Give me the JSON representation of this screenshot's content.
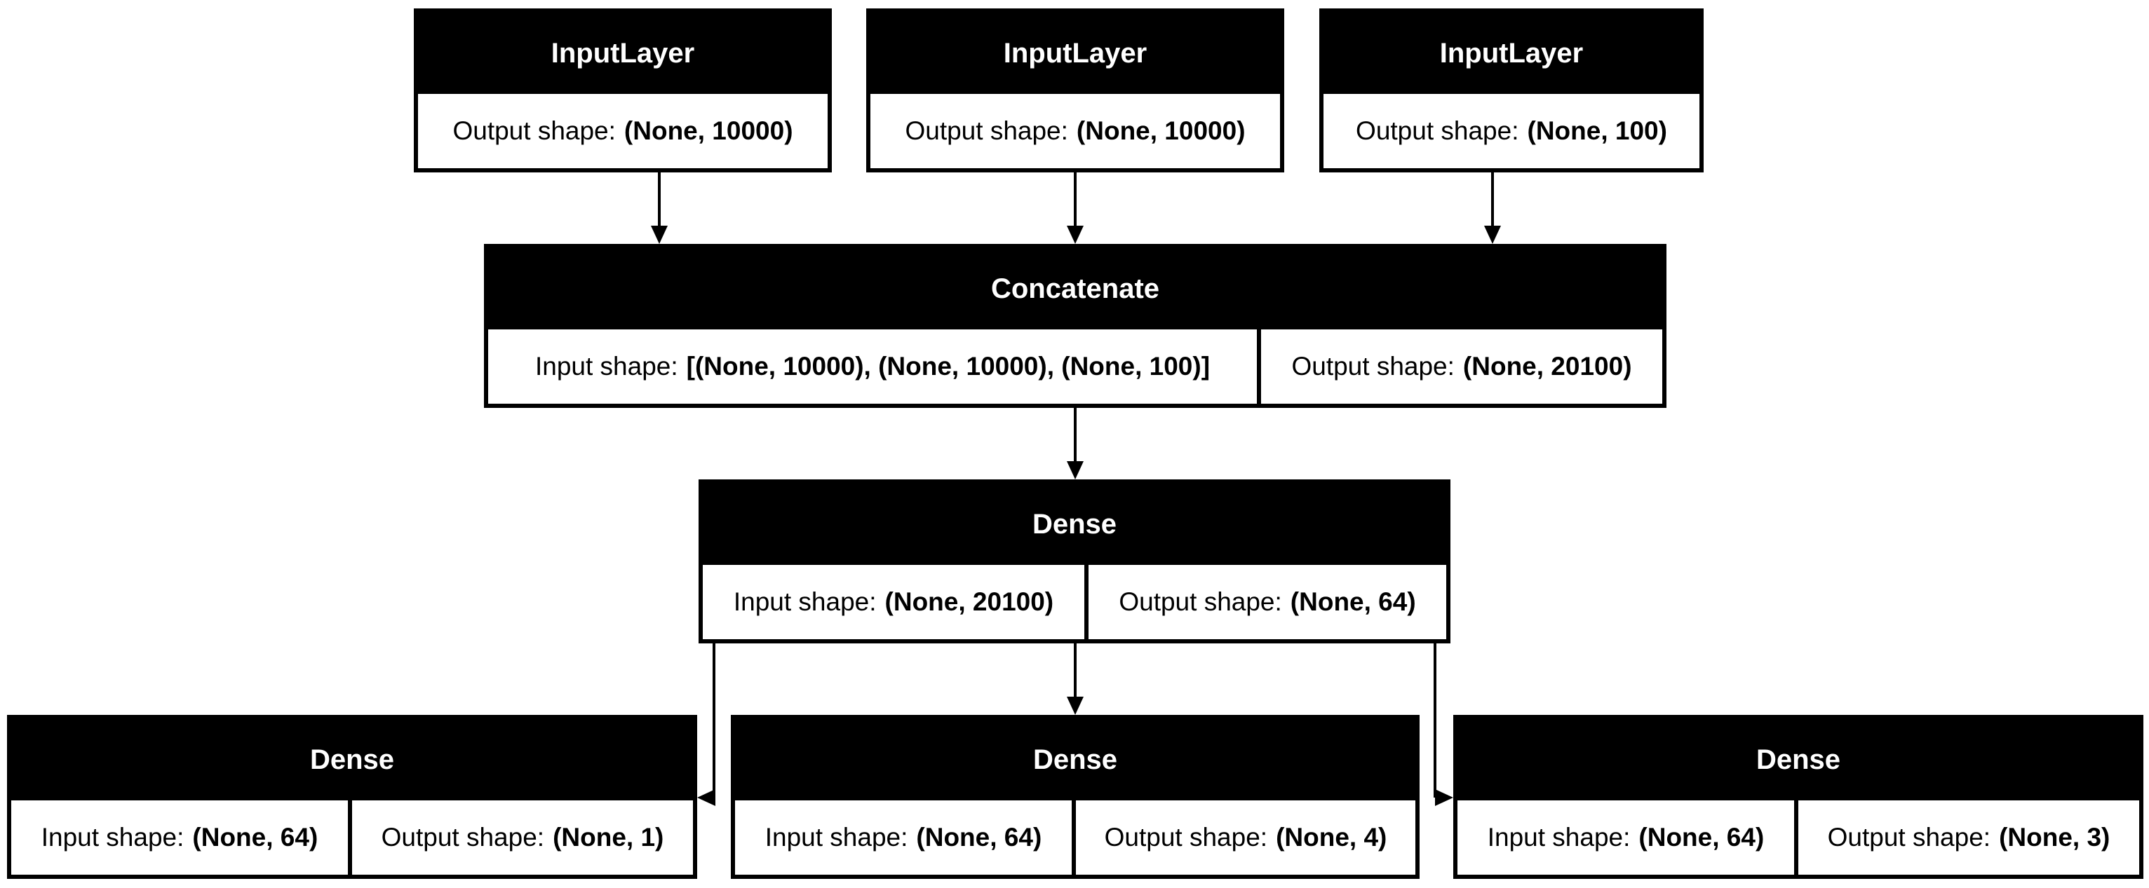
{
  "diagram": {
    "nodes": [
      {
        "id": "input1",
        "title": "InputLayer",
        "fields": [
          {
            "label": "Output shape:",
            "value": "(None, 10000)"
          }
        ]
      },
      {
        "id": "input2",
        "title": "InputLayer",
        "fields": [
          {
            "label": "Output shape:",
            "value": "(None, 10000)"
          }
        ]
      },
      {
        "id": "input3",
        "title": "InputLayer",
        "fields": [
          {
            "label": "Output shape:",
            "value": "(None, 100)"
          }
        ]
      },
      {
        "id": "concat",
        "title": "Concatenate",
        "fields": [
          {
            "label": "Input shape:",
            "value": "[(None, 10000), (None, 10000), (None, 100)]"
          },
          {
            "label": "Output shape:",
            "value": "(None, 20100)"
          }
        ]
      },
      {
        "id": "dense_hidden",
        "title": "Dense",
        "fields": [
          {
            "label": "Input shape:",
            "value": "(None, 20100)"
          },
          {
            "label": "Output shape:",
            "value": "(None, 64)"
          }
        ]
      },
      {
        "id": "dense_out1",
        "title": "Dense",
        "fields": [
          {
            "label": "Input shape:",
            "value": "(None, 64)"
          },
          {
            "label": "Output shape:",
            "value": "(None, 1)"
          }
        ]
      },
      {
        "id": "dense_out2",
        "title": "Dense",
        "fields": [
          {
            "label": "Input shape:",
            "value": "(None, 64)"
          },
          {
            "label": "Output shape:",
            "value": "(None, 4)"
          }
        ]
      },
      {
        "id": "dense_out3",
        "title": "Dense",
        "fields": [
          {
            "label": "Input shape:",
            "value": "(None, 64)"
          },
          {
            "label": "Output shape:",
            "value": "(None, 3)"
          }
        ]
      }
    ],
    "edges": [
      {
        "from": "input1",
        "to": "concat"
      },
      {
        "from": "input2",
        "to": "concat"
      },
      {
        "from": "input3",
        "to": "concat"
      },
      {
        "from": "concat",
        "to": "dense_hidden"
      },
      {
        "from": "dense_hidden",
        "to": "dense_out1"
      },
      {
        "from": "dense_hidden",
        "to": "dense_out2"
      },
      {
        "from": "dense_hidden",
        "to": "dense_out3"
      }
    ]
  }
}
